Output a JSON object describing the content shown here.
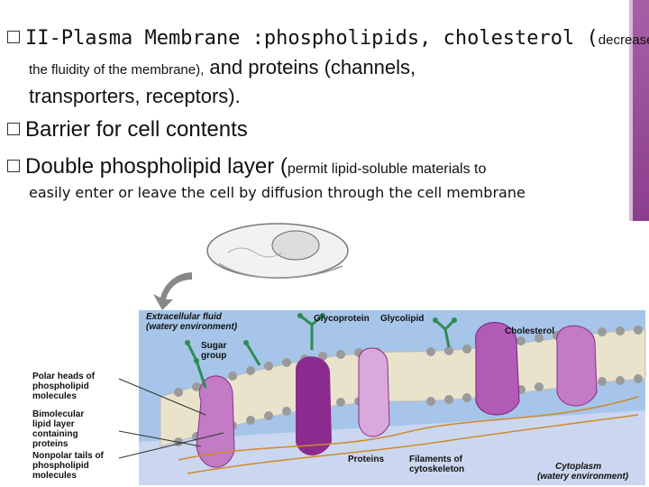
{
  "bullets": [
    {
      "id": "plasma",
      "prefix": "II-Plasma Membrane :",
      "text": "phospholipids, cholesterol (",
      "small": "decreases"
    },
    {
      "id": "plasma2",
      "small": "the fluidity of the membrane),",
      "text": " and proteins (channels,"
    },
    {
      "id": "plasma3",
      "text": "transporters, receptors)."
    },
    {
      "id": "barrier",
      "text": "Barrier for cell contents"
    },
    {
      "id": "double",
      "text": "Double phospholipid layer (",
      "small": "permit lipid-soluble materials to"
    },
    {
      "id": "double2",
      "small": "easily enter or leave the cell by diffusion through the cell membrane"
    }
  ],
  "diagram": {
    "extracellular_fluid": "Extracellular fluid",
    "extracellular_env": "(watery environment)",
    "glycoprotein": "Glycoprotein",
    "glycolipid": "Glycolipid",
    "cholesterol": "Cholesterol",
    "sugar": "Sugar",
    "group": "group",
    "polar1": "Polar heads of",
    "polar2": "phospholipid",
    "polar3": "molecules",
    "bi1": "Bimolecular",
    "bi2": "lipid layer",
    "bi3": "containing",
    "bi4": "proteins",
    "np1": "Nonpolar tails of",
    "np2": "phospholipid",
    "np3": "molecules",
    "proteins": "Proteins",
    "fil1": "Filaments of",
    "fil2": "cytoskeleton",
    "cytoplasm": "Cytoplasm",
    "cyto_env": "(watery environment)"
  },
  "colors": {
    "accent": "#a85fa6",
    "protein": "#c27bc4",
    "protein_dark": "#8b2b8f",
    "head": "#9a9a9a",
    "sugar": "#2e8b57"
  }
}
